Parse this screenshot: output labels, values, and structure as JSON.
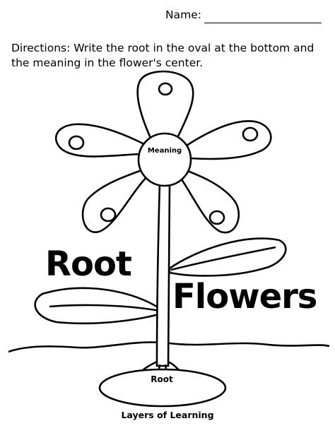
{
  "worksheet": {
    "name_label": "Name:",
    "directions": "Directions: Write the root in the oval at the bottom and the meaning in the flower's center.",
    "center_label": "Meaning",
    "oval_label": "Root",
    "title_line1": "Root",
    "title_line2": "Flowers",
    "footer": "Layers of Learning"
  }
}
